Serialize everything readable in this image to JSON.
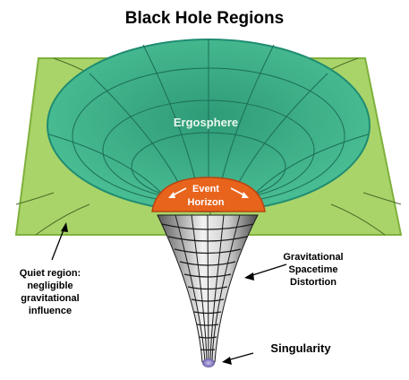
{
  "title": "Black Hole Regions",
  "labels": {
    "ergosphere": "Ergosphere",
    "event_horizon_line1": "Event",
    "event_horizon_line2": "Horizon",
    "quiet_region_line1": "Quiet region:",
    "quiet_region_line2": "negligible",
    "quiet_region_line3": "gravitational",
    "quiet_region_line4": "influence",
    "distortion_line1": "Gravitational",
    "distortion_line2": "Spacetime",
    "distortion_line3": "Distortion",
    "singularity": "Singularity"
  },
  "colors": {
    "plane_fill": "#a9d46a",
    "plane_stroke": "#7fb13c",
    "ergosphere_fill": "#3fb18a",
    "ergosphere_stroke": "#1f8c72",
    "event_horizon_fill": "#e8641d",
    "funnel_grid": "#1a1a1a",
    "singularity": "#6b5fa8"
  }
}
